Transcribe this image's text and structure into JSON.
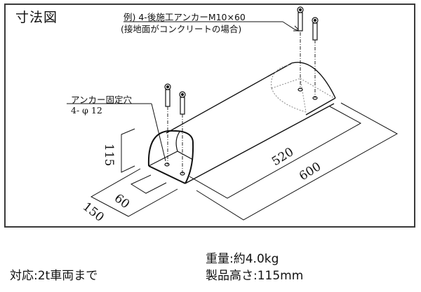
{
  "drawing": {
    "title": "寸法図",
    "anchor_note_line1": "例) 4-後施工アンカーM10×60",
    "anchor_note_line2": "(接地面がコンクリートの場合)",
    "hole_label": "アンカー固定穴",
    "hole_spec": "4- φ 12",
    "dimensions": {
      "height": "115",
      "inner_width": "60",
      "outer_width": "150",
      "inner_length": "520",
      "outer_length": "600"
    }
  },
  "specs": {
    "compatibility": "対応:2t車両まで",
    "weight": "重量:約4.0kg",
    "product_height": "製品高さ:115mm"
  },
  "colors": {
    "line": "#111111",
    "frame": "#3a3a3a",
    "hidden_line": "#888888",
    "background": "#ffffff"
  }
}
